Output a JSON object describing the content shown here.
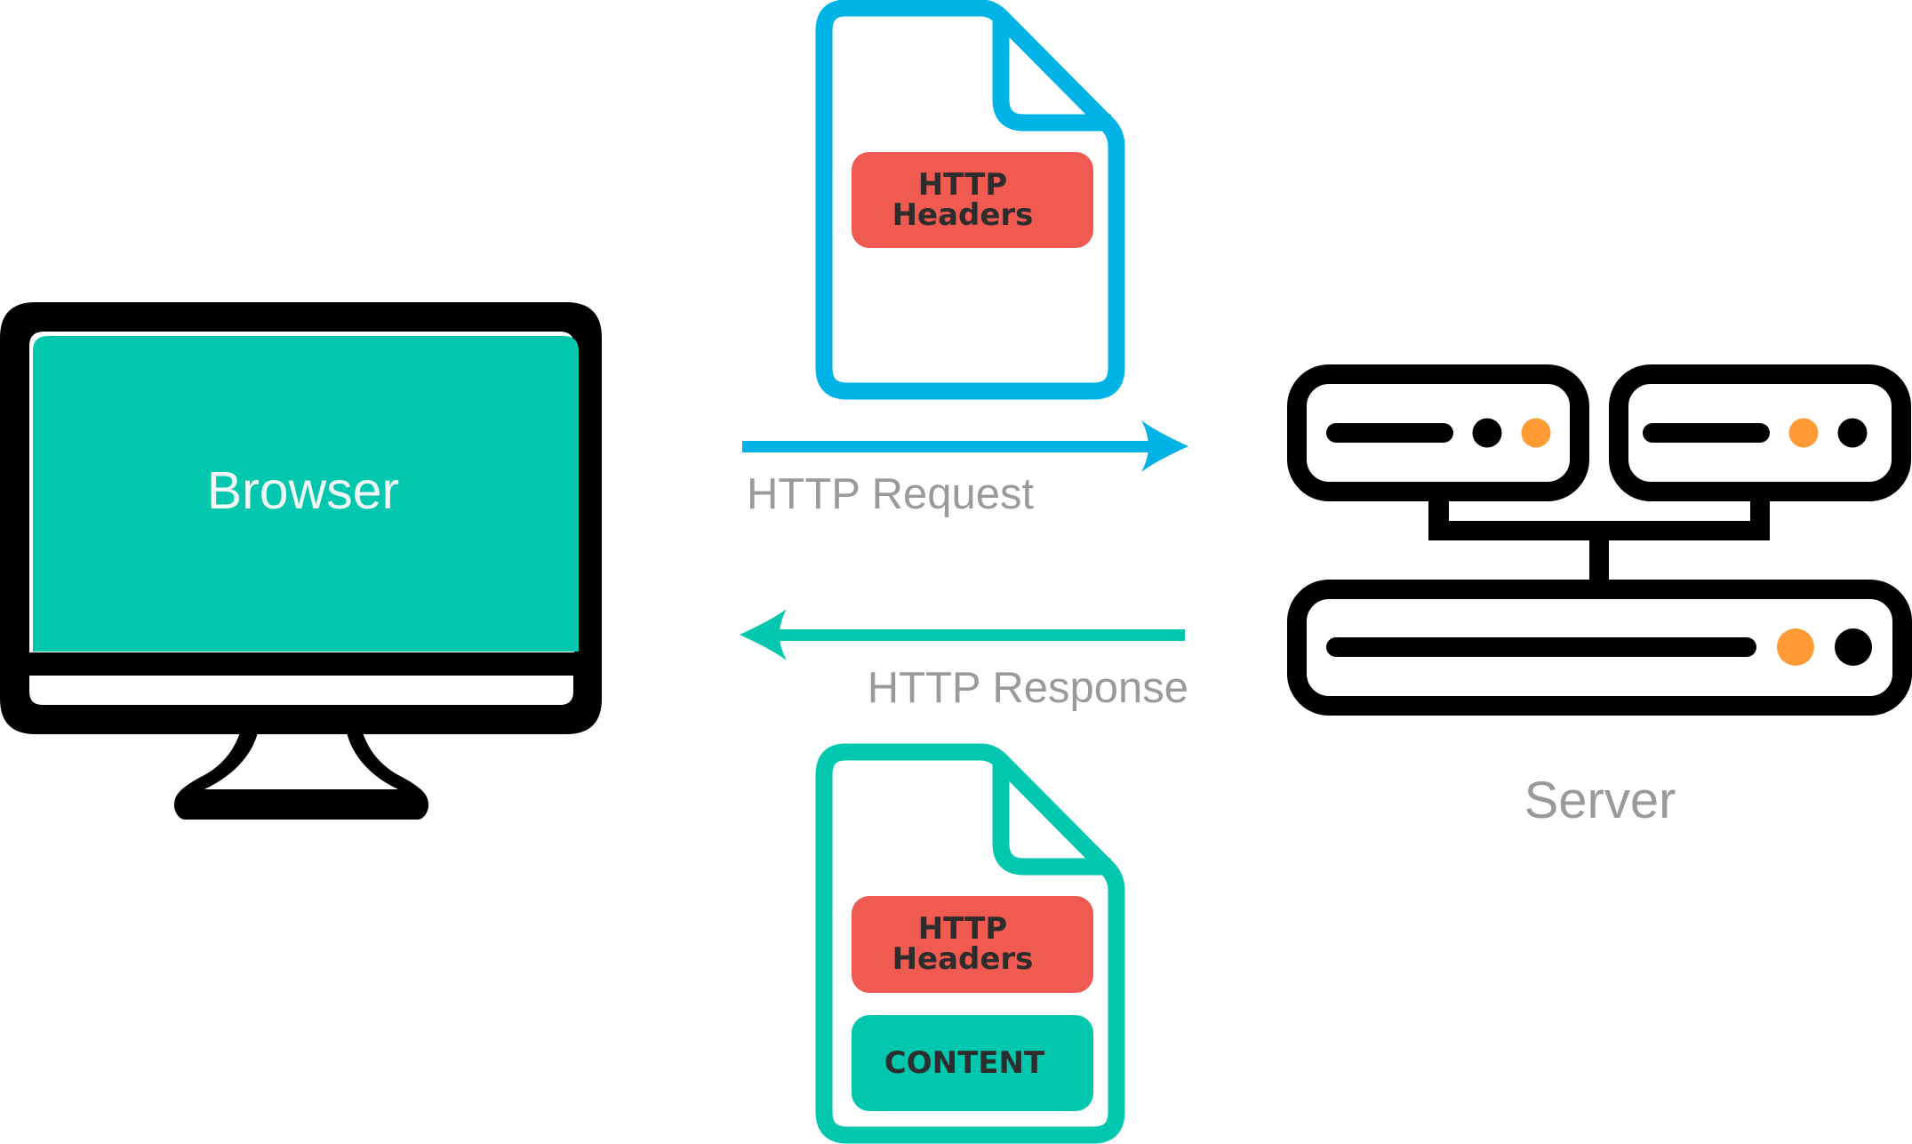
{
  "colors": {
    "request_blue": "#00b3e6",
    "response_teal": "#00c7ae",
    "headers_red": "#f05a51",
    "led_orange": "#ff9a35",
    "outline_black": "#000000",
    "label_gray": "#9a9a9a",
    "badge_text": "#2d2d2d",
    "browser_text": "#f2f6f5"
  },
  "browser": {
    "label": "Browser",
    "icon": "monitor-icon"
  },
  "server": {
    "label": "Server",
    "icon": "server-rack-icon",
    "units": [
      {
        "name": "top-left",
        "leds": [
          "black",
          "orange"
        ]
      },
      {
        "name": "top-right",
        "leds": [
          "orange",
          "black"
        ]
      },
      {
        "name": "bottom",
        "leds": [
          "orange",
          "black"
        ]
      }
    ]
  },
  "request": {
    "label": "HTTP Request",
    "direction": "browser-to-server",
    "document": {
      "icon": "document-icon",
      "sections": [
        {
          "line1": "HTTP",
          "line2": "Headers"
        }
      ]
    }
  },
  "response": {
    "label": "HTTP Response",
    "direction": "server-to-browser",
    "document": {
      "icon": "document-icon",
      "sections": [
        {
          "line1": "HTTP",
          "line2": "Headers"
        },
        {
          "line1": "CONTENT"
        }
      ]
    }
  }
}
